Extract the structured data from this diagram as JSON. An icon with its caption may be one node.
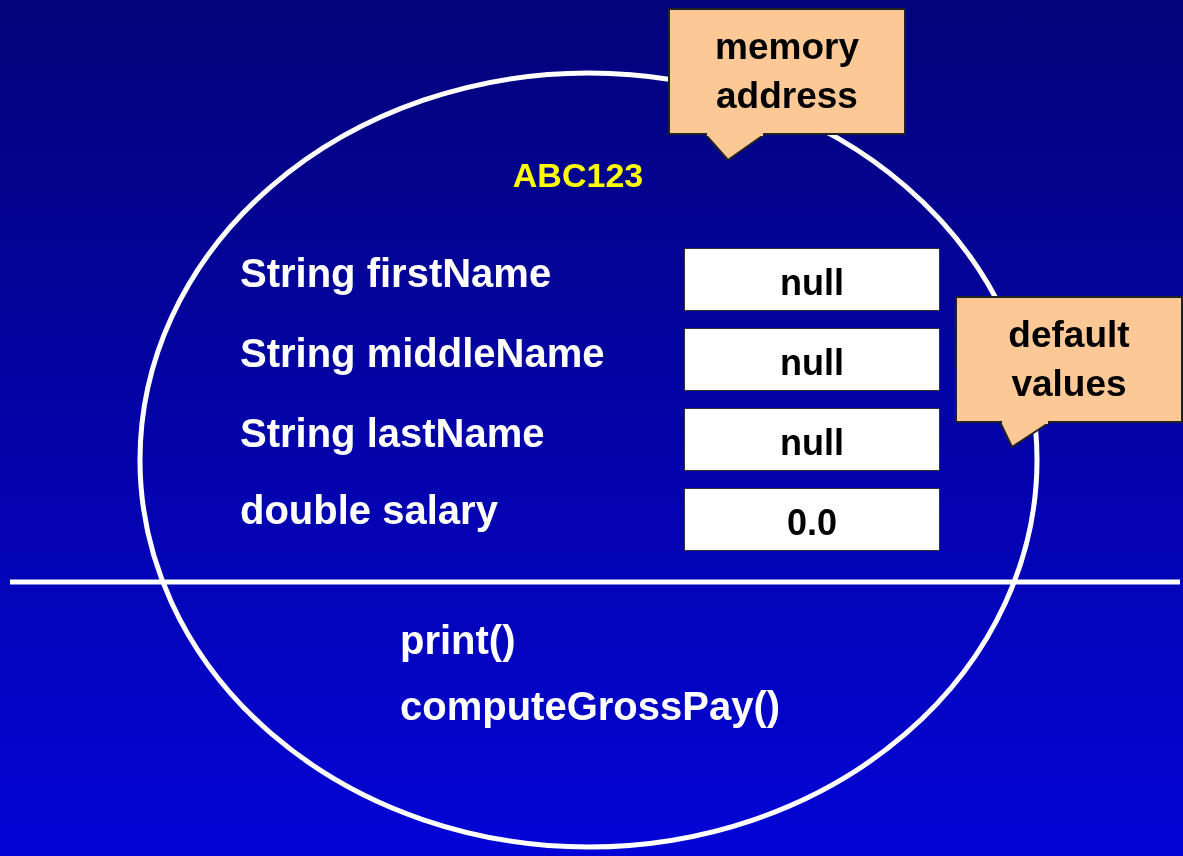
{
  "diagram": {
    "nodes": [
      {
        "text": [
          "ABC123",
          "String firstName",
          "String middleName",
          "String lastName",
          "double salary",
          "print()",
          "computeGrossPay()"
        ]
      },
      {
        "text": [
          "memory address"
        ]
      },
      {
        "text": [
          "null"
        ],
        "in": 0
      },
      {
        "text": [
          "null"
        ],
        "in": 0
      },
      {
        "text": [
          "null"
        ],
        "in": 0
      },
      {
        "text": [
          "0.0"
        ],
        "in": 0
      },
      {
        "text": [
          "default values"
        ]
      }
    ],
    "edges": [
      {
        "from": 1,
        "to": 0,
        "arrow": "none"
      },
      {
        "from": 6,
        "to": 0,
        "arrow": "none"
      }
    ]
  }
}
